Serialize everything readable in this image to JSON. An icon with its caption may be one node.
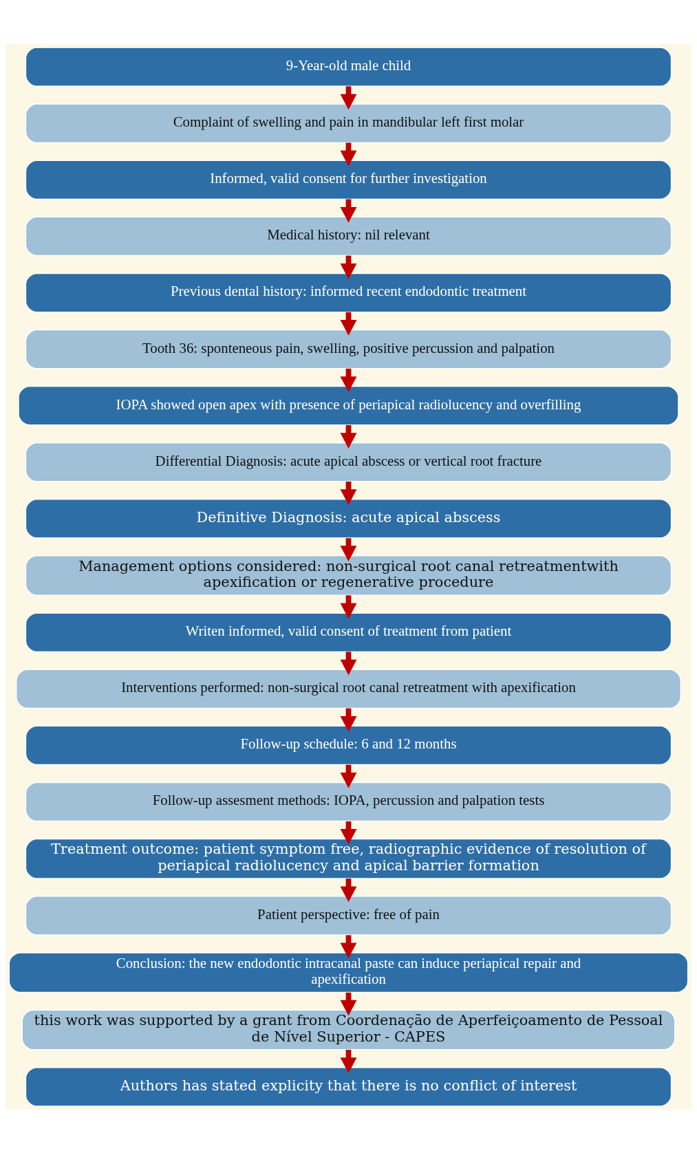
{
  "diagram": {
    "nodes": [
      {
        "text": [
          "9-Year-old male child"
        ]
      },
      {
        "text": [
          "Complaint of swelling and pain in mandibular left first molar"
        ]
      },
      {
        "text": [
          "Informed, valid consent for further investigation"
        ]
      },
      {
        "text": [
          "Medical history: nil relevant"
        ]
      },
      {
        "text": [
          "Previous dental history: informed recent endodontic treatment"
        ]
      },
      {
        "text": [
          "Tooth 36: sponteneous pain, swelling, positive percussion and palpation"
        ]
      },
      {
        "text": [
          "IOPA showed open apex with presence of periapical radiolucency and overfilling"
        ]
      },
      {
        "text": [
          "Differential Diagnosis: acute apical abscess or vertical root fracture"
        ]
      },
      {
        "text": [
          "Definitive Diagnosis: acute apical abscess"
        ]
      },
      {
        "text": [
          "Management options considered: non-surgical root canal retreatmentwith apexification or regenerative procedure"
        ]
      },
      {
        "text": [
          "Writen informed, valid consent of treatment from patient"
        ]
      },
      {
        "text": [
          "Interventions performed: non-surgical root canal retreatment with apexification"
        ]
      },
      {
        "text": [
          "Follow-up schedule: 6 and 12 months"
        ]
      },
      {
        "text": [
          "Follow-up assesment methods: IOPA, percussion and palpation tests"
        ]
      },
      {
        "text": [
          "Treatment outcome: patient symptom free, radiographic evidence of resolution of periapical radiolucency and apical barrier formation"
        ]
      },
      {
        "text": [
          "Patient perspective: free of pain"
        ]
      },
      {
        "text": [
          "Conclusion: the new endodontic intracanal paste can induce periapical repair and apexification"
        ]
      },
      {
        "text": [
          "this work was supported by a grant from Coordenação de Aperfeiçoamento de Pessoal de Nível Superior - CAPES"
        ]
      },
      {
        "text": [
          "Authors has stated explicity that there is no conflict of interest"
        ]
      }
    ],
    "edges": [
      {
        "from": 0,
        "to": 1,
        "arrow": "to"
      },
      {
        "from": 1,
        "to": 2,
        "arrow": "to"
      },
      {
        "from": 2,
        "to": 3,
        "arrow": "to"
      },
      {
        "from": 3,
        "to": 4,
        "arrow": "to"
      },
      {
        "from": 4,
        "to": 5,
        "arrow": "to"
      },
      {
        "from": 5,
        "to": 6,
        "arrow": "to"
      },
      {
        "from": 6,
        "to": 7,
        "arrow": "to"
      },
      {
        "from": 7,
        "to": 8,
        "arrow": "to"
      },
      {
        "from": 8,
        "to": 9,
        "arrow": "to"
      },
      {
        "from": 9,
        "to": 10,
        "arrow": "to"
      },
      {
        "from": 10,
        "to": 11,
        "arrow": "to"
      },
      {
        "from": 11,
        "to": 12,
        "arrow": "to"
      },
      {
        "from": 12,
        "to": 13,
        "arrow": "to"
      },
      {
        "from": 13,
        "to": 14,
        "arrow": "to"
      },
      {
        "from": 14,
        "to": 15,
        "arrow": "to"
      },
      {
        "from": 15,
        "to": 16,
        "arrow": "to"
      },
      {
        "from": 16,
        "to": 17,
        "arrow": "to"
      },
      {
        "from": 17,
        "to": 18,
        "arrow": "to"
      }
    ]
  }
}
